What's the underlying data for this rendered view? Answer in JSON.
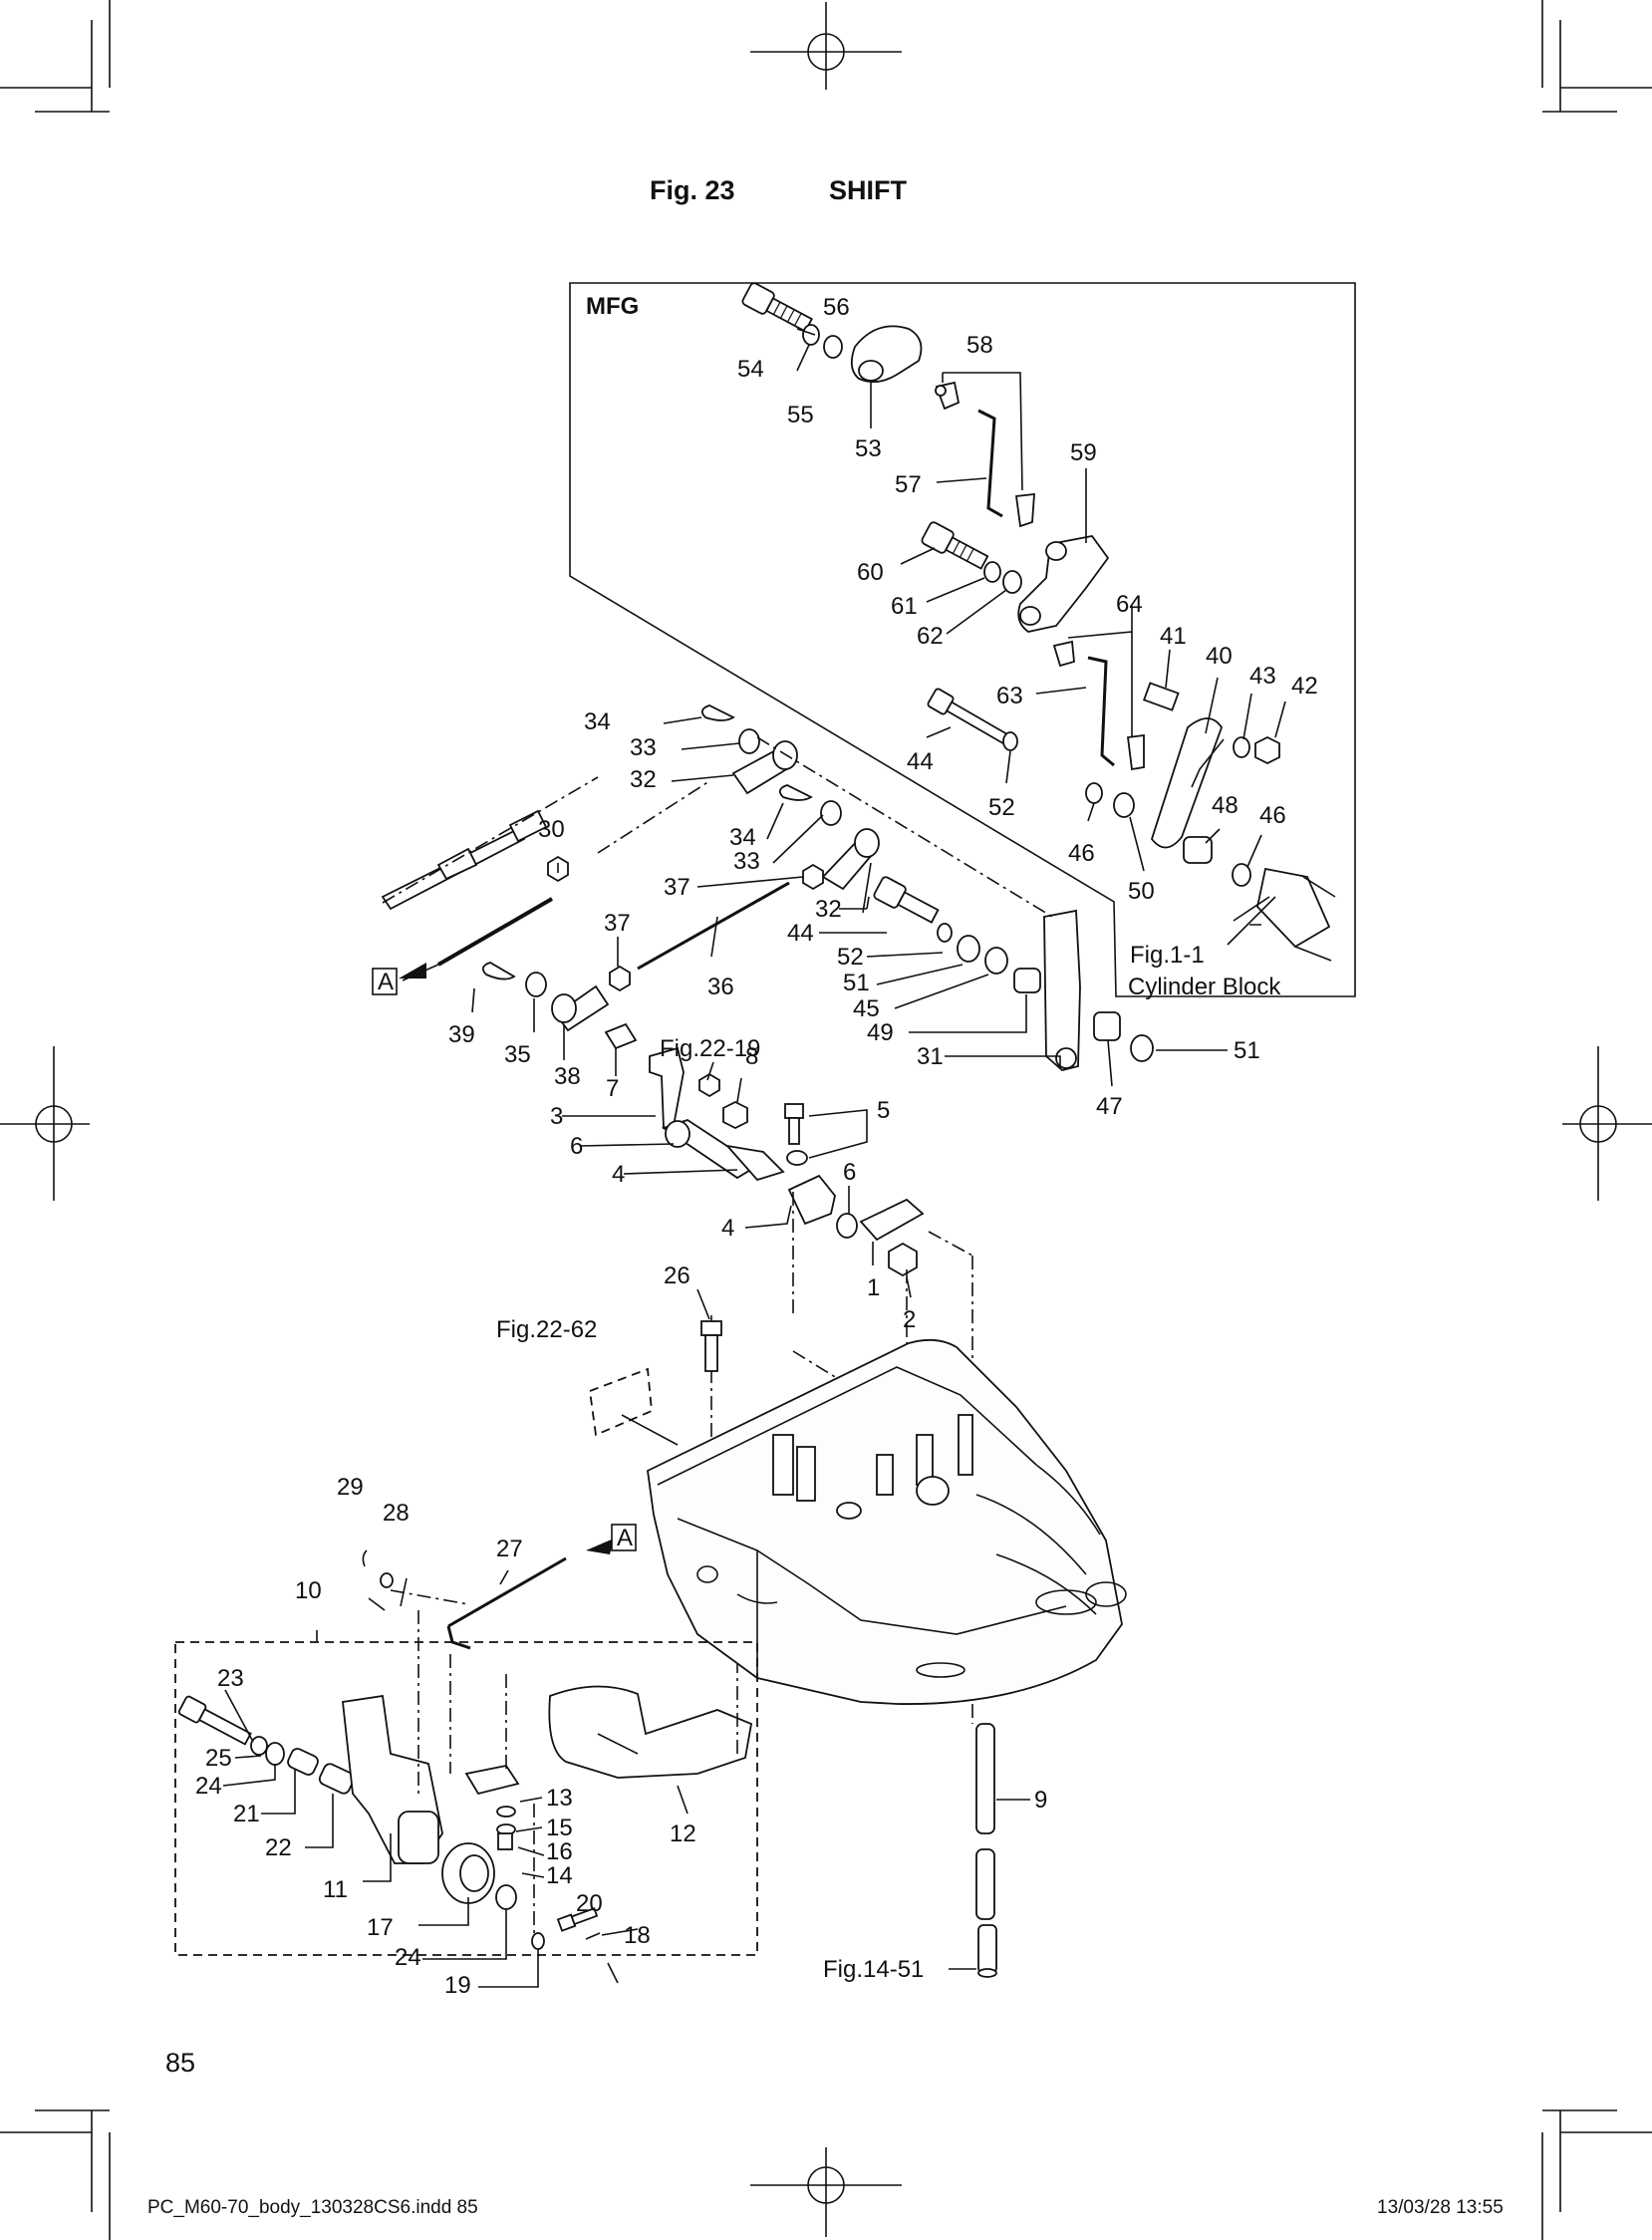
{
  "figure": {
    "number": "Fig. 23",
    "title": "SHIFT",
    "page_number": "85",
    "slug_left": "PC_M60-70_body_130328CS6.indd   85",
    "slug_right": "13/03/28   13:55"
  },
  "mfg_box": {
    "label": "MFG"
  },
  "references": {
    "cylinder_block_ref": "Fig.1-1",
    "cylinder_block_name": "Cylinder Block",
    "ref_22_19": "Fig.22-19",
    "ref_22_62": "Fig.22-62",
    "ref_14_51": "Fig.14-51",
    "connector_a": "A"
  },
  "callouts": [
    "1",
    "2",
    "3",
    "4",
    "4",
    "5",
    "6",
    "6",
    "7",
    "8",
    "9",
    "10",
    "11",
    "12",
    "13",
    "14",
    "15",
    "16",
    "17",
    "18",
    "19",
    "20",
    "21",
    "22",
    "23",
    "24",
    "24",
    "25",
    "26",
    "27",
    "28",
    "29",
    "30",
    "31",
    "32",
    "32",
    "33",
    "33",
    "34",
    "34",
    "35",
    "36",
    "37",
    "37",
    "38",
    "39",
    "40",
    "41",
    "42",
    "43",
    "44",
    "44",
    "45",
    "46",
    "46",
    "47",
    "48",
    "49",
    "50",
    "51",
    "51",
    "52",
    "52",
    "53",
    "54",
    "55",
    "56",
    "57",
    "58",
    "59",
    "60",
    "61",
    "62",
    "63",
    "64"
  ],
  "icons": [
    "crop-mark-icon",
    "registration-mark-icon"
  ]
}
